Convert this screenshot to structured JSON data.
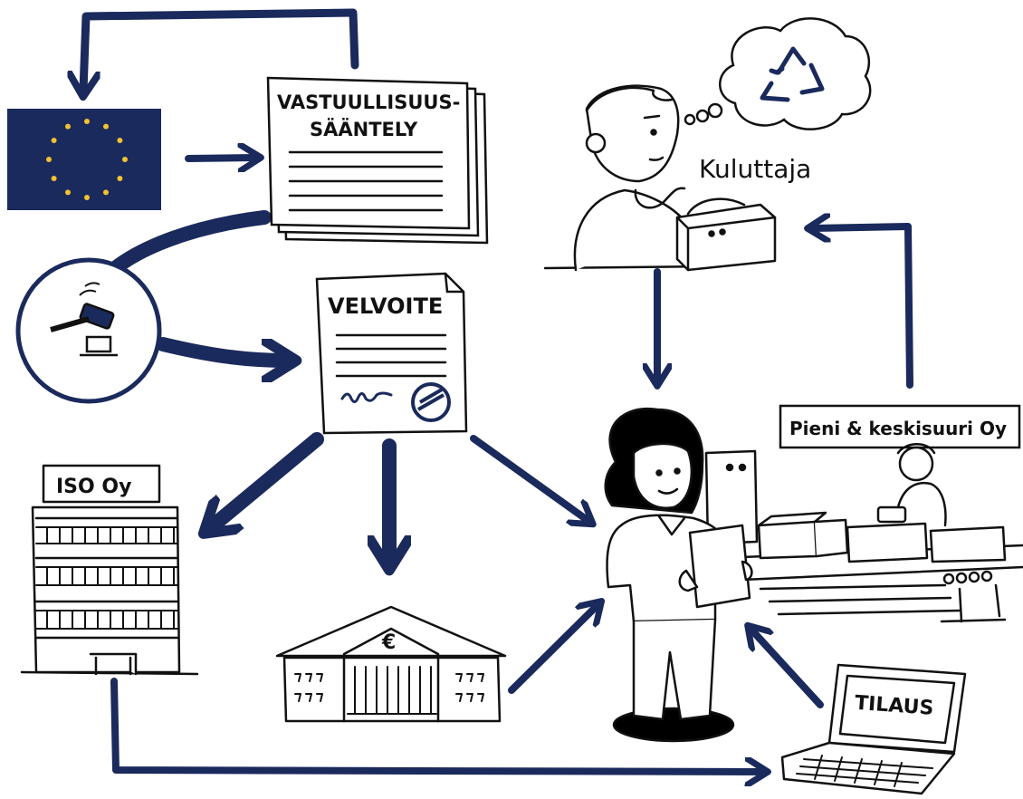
{
  "colors": {
    "navy": "#1b2a5c",
    "eu_star": "#f2c230",
    "ink": "#111111",
    "paper": "#ffffff",
    "floor_shadow": "#000000"
  },
  "labels": {
    "regulation": [
      "VASTUULLISUUS-",
      "SÄÄNTELY"
    ],
    "obligation": "VELVOITE",
    "consumer": "Kuluttaja",
    "company": "Pieni & keskisuuri Oy",
    "iso_company": "ISO Oy",
    "bank_symbol": "€",
    "order": "TILAUS"
  },
  "icons": {
    "eu_flag": "eu-flag-icon",
    "gavel": "gavel-icon",
    "recycle": "recycle-icon",
    "signature_stamp": "stamp-icon"
  }
}
